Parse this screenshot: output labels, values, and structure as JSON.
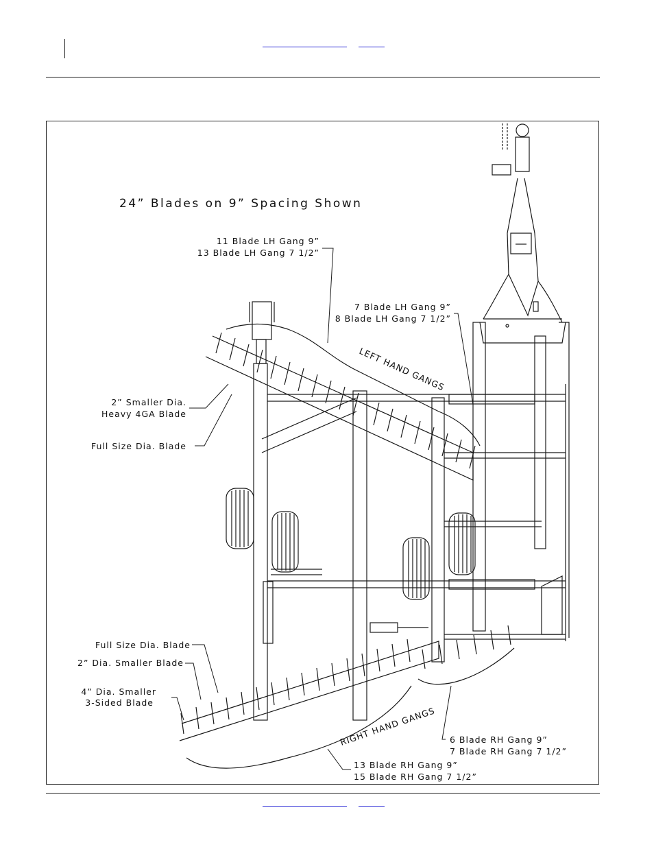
{
  "header": {
    "link_left": "",
    "link_right": ""
  },
  "footer": {
    "link_left": "",
    "link_right": ""
  },
  "figure": {
    "title": "24” Blades on 9” Spacing Shown",
    "callouts": {
      "lh_gang_11_line1": "11 Blade LH Gang 9”",
      "lh_gang_11_line2": "13 Blade LH Gang 7 1/2”",
      "lh_gang_7_line1": "7 Blade LH Gang 9”",
      "lh_gang_7_line2": "8 Blade LH Gang 7 1/2”",
      "left_hand_gangs": "LEFT HAND GANGS",
      "smaller_heavy_line1": "2” Smaller Dia.",
      "smaller_heavy_line2": "Heavy 4GA Blade",
      "full_size_top": "Full Size Dia. Blade",
      "full_size_bottom": "Full Size Dia. Blade",
      "two_inch_smaller": "2” Dia. Smaller Blade",
      "four_inch_line1": "4” Dia. Smaller",
      "four_inch_line2": "3-Sided Blade",
      "right_hand_gangs": "RIGHT HAND GANGS",
      "rh_gang_6_line1": "6 Blade RH Gang 9”",
      "rh_gang_6_line2": "7 Blade RH Gang 7 1/2”",
      "rh_gang_13_line1": "13 Blade RH Gang 9”",
      "rh_gang_13_line2": "15 Blade RH Gang 7 1/2”"
    }
  }
}
